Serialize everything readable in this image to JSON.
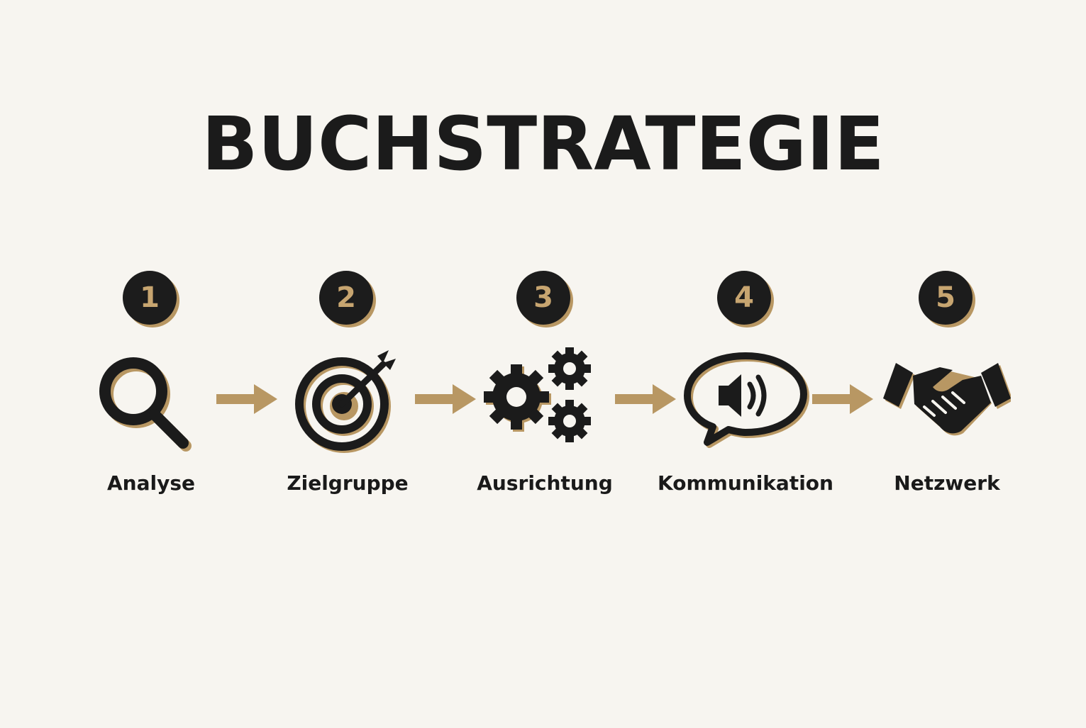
{
  "title": "BUCHSTRATEGIE",
  "colors": {
    "background": "#f7f5f0",
    "ink": "#1b1b1b",
    "accent": "#b89763"
  },
  "steps": [
    {
      "number": "1",
      "label": "Analyse",
      "icon": "magnifier-icon"
    },
    {
      "number": "2",
      "label": "Zielgruppe",
      "icon": "target-icon"
    },
    {
      "number": "3",
      "label": "Ausrichtung",
      "icon": "gears-icon"
    },
    {
      "number": "4",
      "label": "Kommunikation",
      "icon": "speech-speaker-icon"
    },
    {
      "number": "5",
      "label": "Netzwerk",
      "icon": "handshake-icon"
    }
  ]
}
